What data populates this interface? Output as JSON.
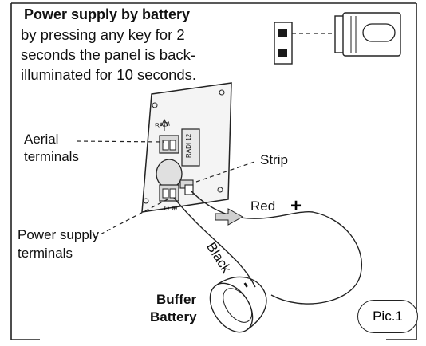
{
  "title": "Power supply by battery",
  "description_lines": [
    "by pressing any key for 2",
    "seconds the panel is back-",
    "illuminated for 10 seconds."
  ],
  "labels": {
    "aerial_1": "Aerial",
    "aerial_2": "terminals",
    "strip": "Strip",
    "power_1": "Power supply",
    "power_2": "terminals",
    "red": "Red",
    "black": "Black",
    "buffer_1": "Buffer",
    "buffer_2": "Battery",
    "board_left": "RADI",
    "board_right": "RADI 12"
  },
  "pic_label": "Pic.1",
  "colors": {
    "line": "#222222",
    "fill_gray": "#d9d9d9",
    "dark": "#1a1a1a"
  }
}
